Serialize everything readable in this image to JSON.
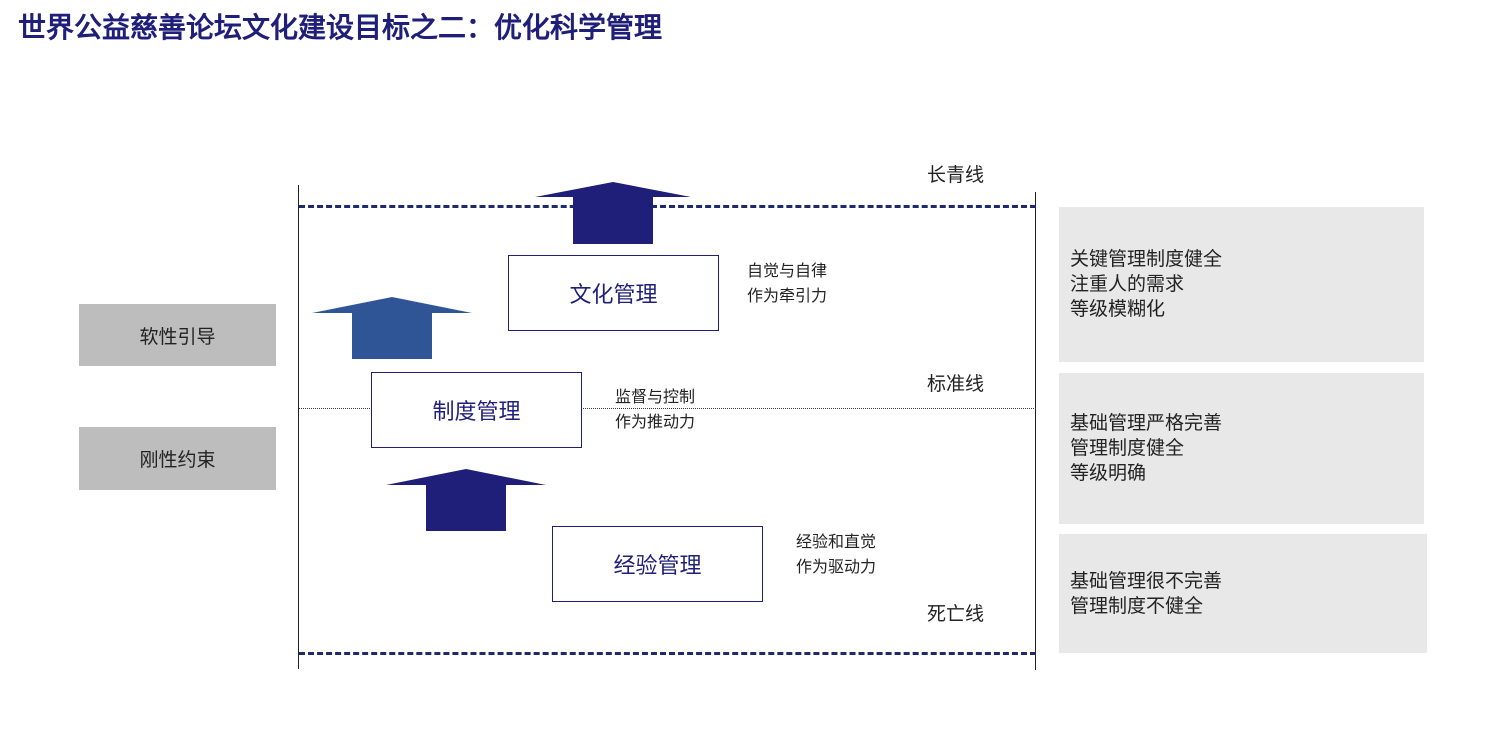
{
  "title": "世界公益慈善论坛文化建设目标之二：优化科学管理",
  "side_labels": {
    "soft": "软性引导",
    "rigid": "刚性约束"
  },
  "lines": {
    "top": "长青线",
    "middle": "标准线",
    "bottom": "死亡线"
  },
  "boxes": {
    "culture": "文化管理",
    "system": "制度管理",
    "experience": "经验管理"
  },
  "notes": {
    "culture": [
      "自觉与自律",
      "作为牵引力"
    ],
    "system": [
      "监督与控制",
      "作为推动力"
    ],
    "experience": [
      "经验和直觉",
      "作为驱动力"
    ]
  },
  "panels": {
    "top": [
      "关键管理制度健全",
      "注重人的需求",
      "等级模糊化"
    ],
    "middle": [
      "基础管理严格完善",
      "管理制度健全",
      "等级明确"
    ],
    "bottom": [
      "基础管理很不完善",
      "管理制度不健全"
    ]
  },
  "colors": {
    "title": "#1f1f7a",
    "arrow_dark": "#1f1f7a",
    "arrow_mid": "#2f5597",
    "side_bg": "#bdbdbd",
    "panel_bg": "#e8e8e8"
  }
}
